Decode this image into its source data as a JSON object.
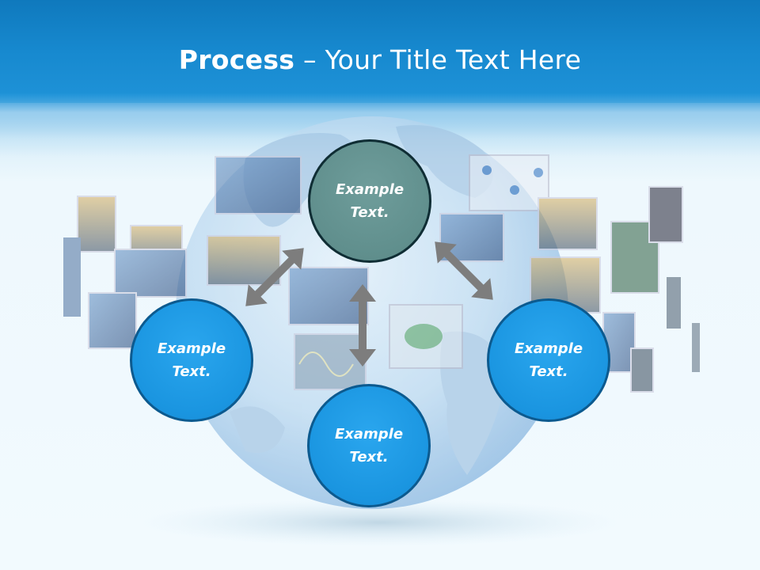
{
  "slide": {
    "title_bold": "Process",
    "title_rest": " – Your Title Text Here"
  },
  "nodes": {
    "top": "Example\nText.",
    "left": "Example\nText.",
    "right": "Example\nText.",
    "bottom": "Example\nText."
  },
  "colors": {
    "header": "#1789cf",
    "node_blue": "#1a95e0",
    "node_teal": "#5f8e8c",
    "arrow": "#7d7d7d"
  }
}
